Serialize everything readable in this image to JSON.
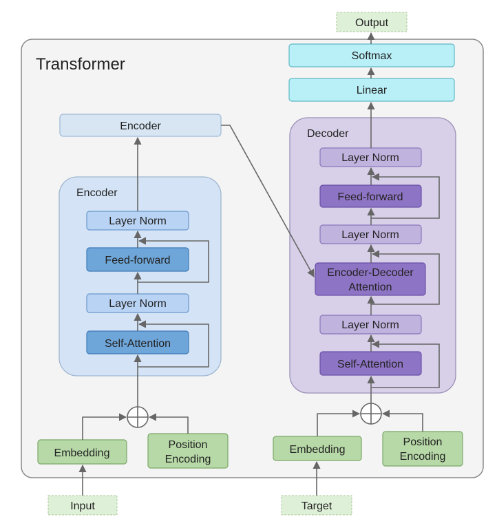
{
  "title": "Transformer",
  "io": {
    "output": "Output",
    "input": "Input",
    "target": "Target"
  },
  "top": {
    "softmax": "Softmax",
    "linear": "Linear"
  },
  "encoder_output": "Encoder",
  "encoder": {
    "title": "Encoder",
    "layer_norm_top": "Layer Norm",
    "feed_forward": "Feed-forward",
    "layer_norm_bottom": "Layer Norm",
    "self_attention": "Self-Attention"
  },
  "decoder": {
    "title": "Decoder",
    "layer_norm_top": "Layer Norm",
    "feed_forward": "Feed-forward",
    "layer_norm_mid": "Layer Norm",
    "enc_dec_attention_line1": "Encoder-Decoder",
    "enc_dec_attention_line2": "Attention",
    "layer_norm_bottom": "Layer Norm",
    "self_attention": "Self-Attention"
  },
  "encoder_inputs": {
    "embedding": "Embedding",
    "position_line1": "Position",
    "position_line2": "Encoding"
  },
  "decoder_inputs": {
    "embedding": "Embedding",
    "position_line1": "Position",
    "position_line2": "Encoding"
  },
  "colors": {
    "frame_bg": "#f4f4f4",
    "encoder_panel": "#d4e4f6",
    "encoder_light": "#b9d3f4",
    "encoder_dark": "#6fa6d9",
    "decoder_panel": "#d8d0e8",
    "decoder_light": "#c0b3de",
    "decoder_dark": "#8e74c4",
    "cyan": "#b9f0f7",
    "green": "#b7d9a7",
    "io": "#dff0d8"
  }
}
